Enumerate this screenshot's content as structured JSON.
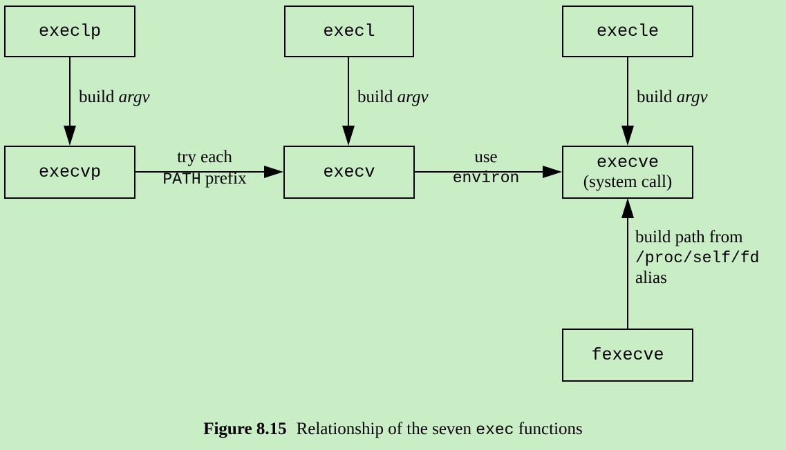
{
  "figure": {
    "background_color": "#c9edc5",
    "line_color": "#000000",
    "caption": {
      "number": "Figure 8.15",
      "text_before": "Relationship of the seven ",
      "code_word": "exec",
      "text_after": " functions"
    }
  },
  "nodes": {
    "execlp": {
      "label": "execlp"
    },
    "execl": {
      "label": "execl"
    },
    "execle": {
      "label": "execle"
    },
    "execvp": {
      "label": "execvp"
    },
    "execv": {
      "label": "execv"
    },
    "execve": {
      "label": "execve",
      "sublabel": "(system call)"
    },
    "fexecve": {
      "label": "fexecve"
    }
  },
  "edges": {
    "execlp_to_execvp": {
      "from": "execlp",
      "to": "execvp",
      "label_plain": "build ",
      "label_italic": "argv"
    },
    "execl_to_execv": {
      "from": "execl",
      "to": "execv",
      "label_plain": "build ",
      "label_italic": "argv"
    },
    "execle_to_execve": {
      "from": "execle",
      "to": "execve",
      "label_plain": "build ",
      "label_italic": "argv"
    },
    "execvp_to_execv": {
      "from": "execvp",
      "to": "execv",
      "line1": "try each",
      "line2_mono": "PATH",
      "line2_plain": " prefix"
    },
    "execv_to_execve": {
      "from": "execv",
      "to": "execve",
      "line1": "use",
      "line2_mono": "environ"
    },
    "fexecve_to_execve": {
      "from": "fexecve",
      "to": "execve",
      "line1": "build path from",
      "line2_mono": "/proc/self/fd",
      "line3": "alias"
    }
  }
}
